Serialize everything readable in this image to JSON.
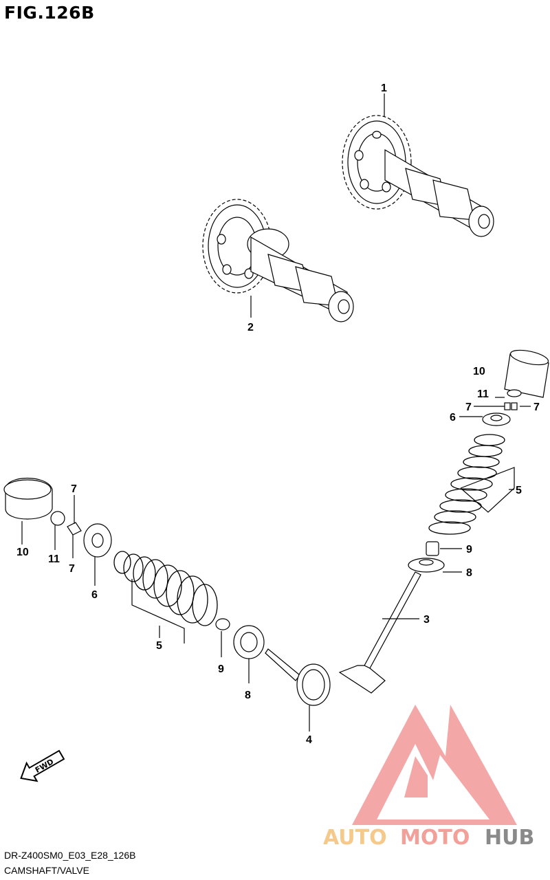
{
  "figure": {
    "title": "FIG.126B"
  },
  "footer": {
    "model_code": "DR-Z400SM0_E03_E28_126B",
    "section_name": "CAMSHAFT/VALVE"
  },
  "part_labels": {
    "p1": "1",
    "p2": "2",
    "p3": "3",
    "p4": "4",
    "p5": "5",
    "p6": "6",
    "p7": "7",
    "p8": "8",
    "p9": "9",
    "p10": "10",
    "p11": "11"
  },
  "fwd_arrow": {
    "text": "FWD"
  },
  "watermark": {
    "text_auto": "AUTO",
    "text_moto": "MOTO",
    "text_hub": "HUB",
    "color_auto": "#f5c98a",
    "color_moto": "#f2a09a",
    "color_hub": "#8a8a8a",
    "logo_color": "#f08a8a"
  }
}
